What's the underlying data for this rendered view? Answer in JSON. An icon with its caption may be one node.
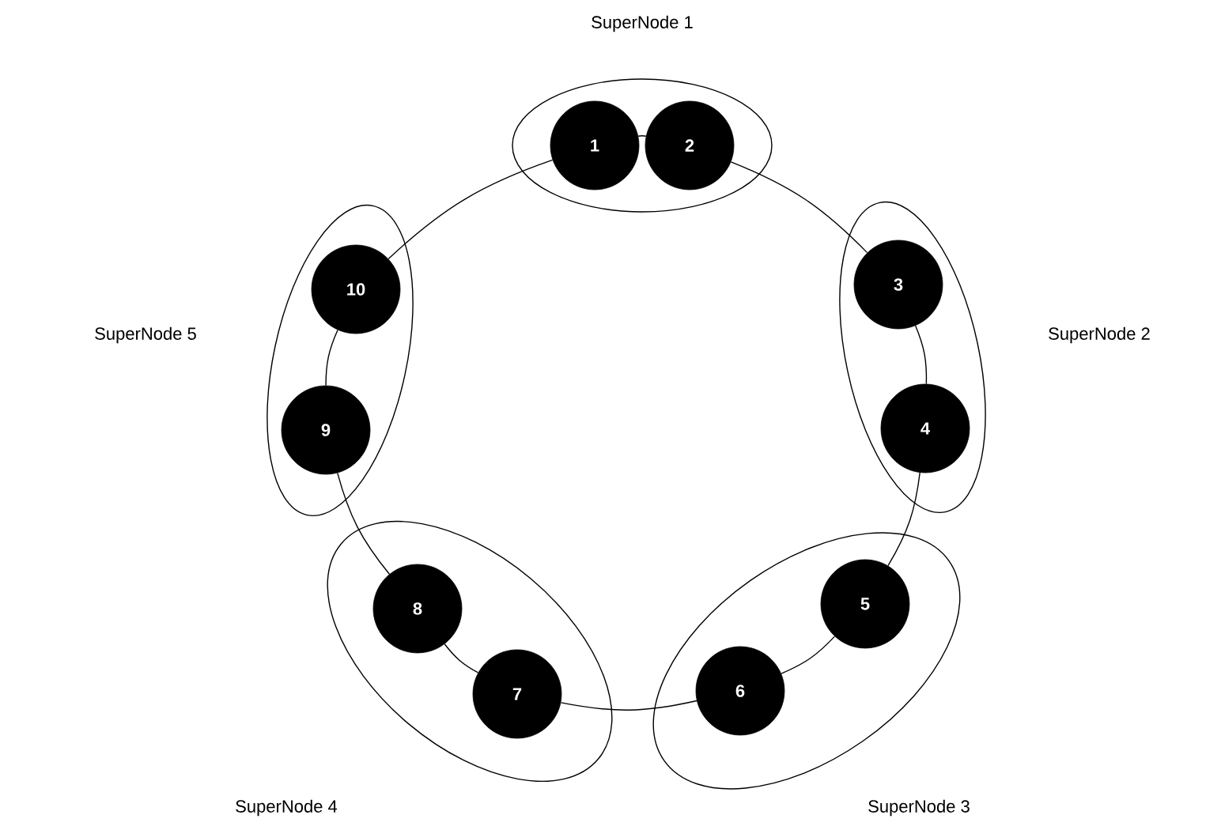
{
  "diagram": {
    "nodes": [
      {
        "text": [
          "SuperNode 1"
        ]
      },
      {
        "text": [
          "1"
        ],
        "in": 0
      },
      {
        "text": [
          "2"
        ],
        "in": 0
      },
      {
        "text": [
          "SuperNode 2"
        ]
      },
      {
        "text": [
          "3"
        ],
        "in": 3
      },
      {
        "text": [
          "4"
        ],
        "in": 3
      },
      {
        "text": [
          "SuperNode 3"
        ]
      },
      {
        "text": [
          "5"
        ],
        "in": 6
      },
      {
        "text": [
          "6"
        ],
        "in": 6
      },
      {
        "text": [
          "SuperNode 4"
        ]
      },
      {
        "text": [
          "7"
        ],
        "in": 9
      },
      {
        "text": [
          "8"
        ],
        "in": 9
      },
      {
        "text": [
          "SuperNode 5"
        ]
      },
      {
        "text": [
          "9"
        ],
        "in": 12
      },
      {
        "text": [
          "10"
        ],
        "in": 12
      }
    ],
    "edges": [
      {
        "from": 1,
        "to": 2,
        "arrow": "none"
      },
      {
        "from": 2,
        "to": 4,
        "arrow": "none"
      },
      {
        "from": 4,
        "to": 5,
        "arrow": "none"
      },
      {
        "from": 5,
        "to": 7,
        "arrow": "none"
      },
      {
        "from": 7,
        "to": 8,
        "arrow": "none"
      },
      {
        "from": 8,
        "to": 10,
        "arrow": "none"
      },
      {
        "from": 10,
        "to": 11,
        "arrow": "none"
      },
      {
        "from": 11,
        "to": 13,
        "arrow": "none"
      },
      {
        "from": 13,
        "to": 14,
        "arrow": "none"
      },
      {
        "from": 14,
        "to": 1,
        "arrow": "none"
      }
    ]
  }
}
